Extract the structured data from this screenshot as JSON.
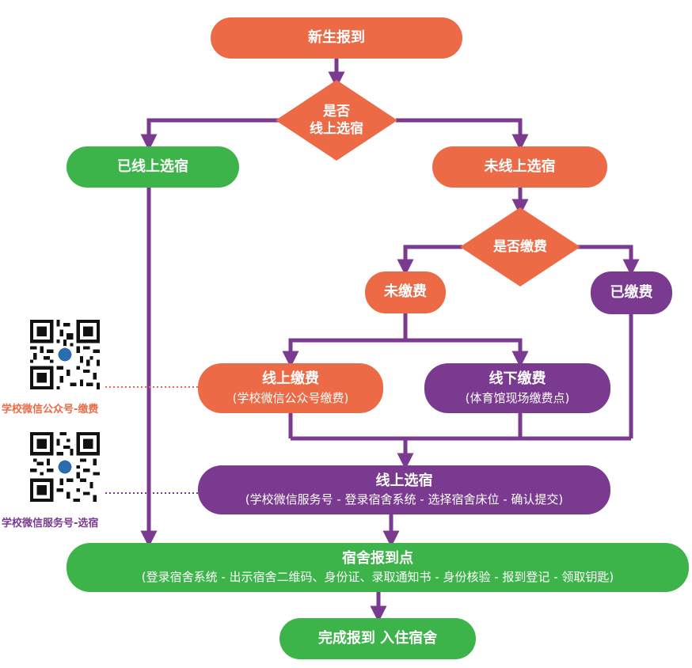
{
  "colors": {
    "orange": "#ec6a46",
    "green": "#3cb44a",
    "purple": "#7a3a8f",
    "arrow": "#7a3a8f"
  },
  "nodes": {
    "start": "新生报到",
    "decision_online": [
      "是否",
      "线上选宿"
    ],
    "online_selected": "已线上选宿",
    "not_online_selected": "未线上选宿",
    "decision_paid": "是否缴费",
    "unpaid": "未缴费",
    "paid": "已缴费",
    "online_pay": {
      "title": "线上缴费",
      "sub": "(学校微信公众号缴费)"
    },
    "offline_pay": {
      "title": "线下缴费",
      "sub": "(体育馆现场缴费点)"
    },
    "online_select": {
      "title": "线上选宿",
      "sub": "(学校微信服务号 - 登录宿舍系统 - 选择宿舍床位 - 确认提交)"
    },
    "dorm_checkin": {
      "title": "宿舍报到点",
      "sub": "(登录宿舍系统 - 出示宿舍二维码、身份证、录取通知书 - 身份核验 - 报到登记 - 领取钥匙)"
    },
    "finish": "完成报到 入住宿舍"
  },
  "qr_codes": [
    {
      "caption": "学校微信公众号-缴费",
      "icon": "qr-code-icon"
    },
    {
      "caption": "学校微信服务号-选宿",
      "icon": "qr-code-icon"
    }
  ]
}
